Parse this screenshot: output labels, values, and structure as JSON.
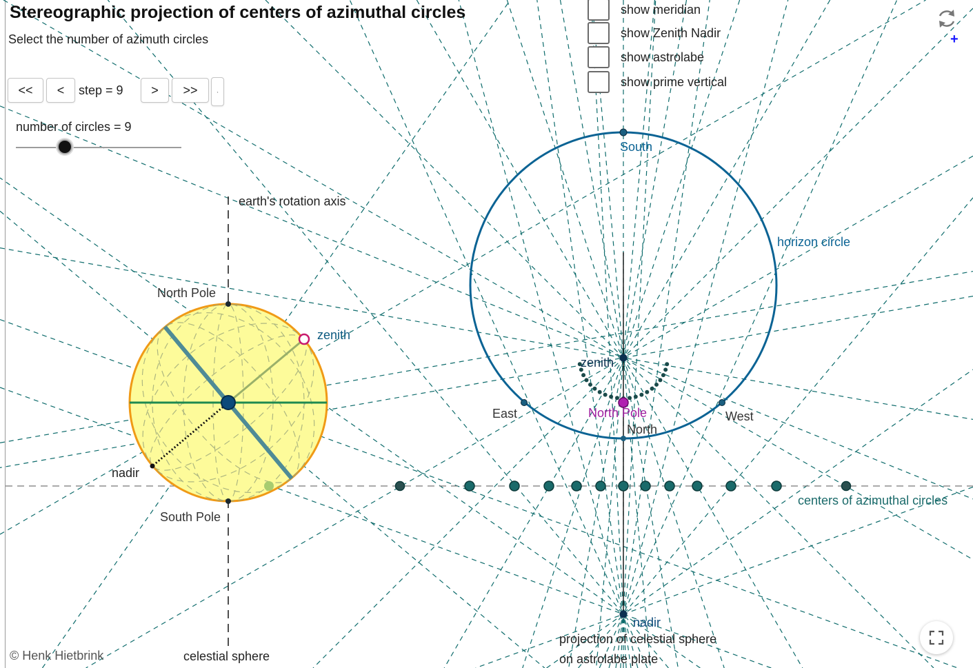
{
  "header": {
    "title": "Stereographic projection of centers of azimuthal circles",
    "subtitle": "Select the number of azimuth circles"
  },
  "stepper": {
    "first_label": "<<",
    "prev_label": "<",
    "step_text": "step = 9",
    "next_label": ">",
    "last_label": ">>",
    "play_label": "·"
  },
  "slider": {
    "label": "number of circles = 9",
    "value": 9
  },
  "checkboxes": [
    {
      "label": "show meridian",
      "checked": false
    },
    {
      "label": "show Zenith Nadir",
      "checked": false
    },
    {
      "label": "show astrolabe",
      "checked": false
    },
    {
      "label": "show prime vertical",
      "checked": false
    }
  ],
  "icons": {
    "reset": "reset-icon",
    "add": "plus-icon",
    "fullscreen": "fullscreen-icon"
  },
  "sphere_labels": {
    "axis": "earth's rotation axis",
    "north_pole": "North Pole",
    "zenith": "zenith",
    "nadir": "nadir",
    "south_pole": "South Pole",
    "caption": "celestial sphere"
  },
  "plate_labels": {
    "south": "South",
    "horizon": "horizon circle",
    "zenith": "zenith",
    "east": "East",
    "north_pole": "North Pole",
    "west": "West",
    "north": "North",
    "centers": "centers of azimuthal circles",
    "nadir": "nadir",
    "caption_line1": "projection of celestial sphere",
    "caption_line2": "on astrolabe plate"
  },
  "credit": "© Henk Hietbrink",
  "colors": {
    "horizon": "#0b6394",
    "sphere_fill": "#fdfb9a",
    "sphere_edge": "#f09a16",
    "dashed_lines": "#0d6b6b",
    "green_line": "#1e8a50",
    "north_pole_dot": "#b020b0",
    "zenith_ring": "#c8186c",
    "center_dots": "#1a6a6a"
  }
}
